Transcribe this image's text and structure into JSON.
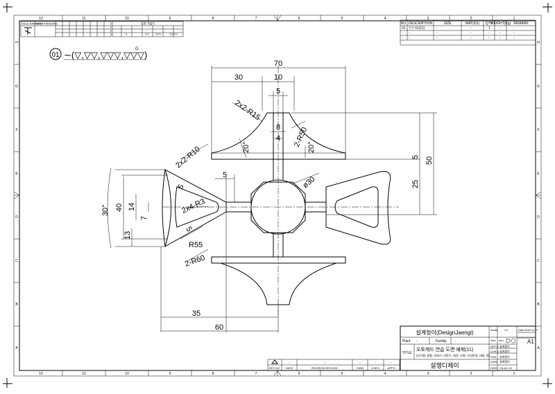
{
  "zones": {
    "numbers_top": [
      "12",
      "11",
      "10",
      "9",
      "8",
      "7",
      "6",
      "5",
      "4",
      "3",
      "2",
      "1"
    ],
    "numbers_bottom": [
      "12",
      "11",
      "10",
      "9",
      "8",
      "7",
      "6",
      "5",
      "4",
      "3",
      "2",
      "1"
    ],
    "letters_left": [
      "H",
      "G",
      "F",
      "E",
      "D",
      "C",
      "B",
      "A"
    ],
    "letters_right": [
      "H",
      "G",
      "F",
      "E",
      "D",
      "C",
      "B",
      "A"
    ]
  },
  "surface_finish": {
    "item_no": "01",
    "symbol": "∼(▽,▽▽,▽▽▽,▽▽▽)",
    "superscript": "G"
  },
  "dimensions": {
    "d70": "70",
    "d30": "30",
    "d10": "10",
    "d5_top": "5",
    "d2x2r15": "2x2-R15",
    "d8": "8",
    "d4": "4",
    "d2r50": "2-R50",
    "d20a": "20°",
    "d20b": "20°",
    "d5_right": "5",
    "d50": "50",
    "d25": "25",
    "d2x2r10": "2x2-R10",
    "d5_mid": "5",
    "d30deg": "30°",
    "d40": "40",
    "d14": "14",
    "d7": "7",
    "d13": "13",
    "d2x4r3": "2x4-R3",
    "d5_left": "5",
    "d5_low": "5",
    "dR55": "R55",
    "d2r60": "2-R60",
    "dphi30": "ø30",
    "d35": "35",
    "d60": "60"
  },
  "parts_list": {
    "headers": [
      "NO.",
      "DESCRIPTION",
      "SIZE",
      "MAT(KS)",
      "QTY",
      "WEIGHT(Kg)",
      "REMARK"
    ],
    "rows": [
      [
        "01",
        "▽▽ 01(11)",
        "-",
        "-",
        "1",
        "-",
        "-"
      ],
      [
        "-",
        "-",
        "-",
        "-",
        "-",
        "-",
        "-"
      ],
      [
        "-",
        "-",
        "-",
        "-",
        "-",
        "-",
        "-"
      ]
    ]
  },
  "revision": {
    "headers": [
      "REV NO.",
      "DATE",
      "REVISION RECORD",
      "DWN",
      "CHK'D",
      "APP'D"
    ],
    "row": [
      "",
      "-",
      "-",
      "-",
      "-",
      "-"
    ]
  },
  "title_block": {
    "company": "설계정이(DesignJaengi)",
    "scale_label": "Scale",
    "scale_value": "1/1",
    "date_label": "Date",
    "date_value": "2019.11.07",
    "plant_label": "Plant",
    "plant_value": "-",
    "facility_label": "Facility",
    "facility_value": "-",
    "size_label": "Size",
    "unit_label": "mm",
    "sheet_size": "A1",
    "title_label": "TITLE",
    "title_main": "오토캐드 연습 도면 예제(11)",
    "title_sub": "(다각형, 원형, 모따기, 라운드, 회전, 모형, 곡선반경, 대칭, 원)",
    "roles": [
      "APP'D",
      "CHK'D",
      "DSN",
      "DWN"
    ],
    "role_values": [
      "설계쟁이",
      "설계쟁이",
      "설계쟁이",
      "설계쟁이"
    ],
    "footer": "설쟁디제이",
    "dwg_label": "DWG",
    "dwg_value": "CA-AC-01"
  },
  "left_table": {
    "h1": "TOLE RAPPROX",
    "h2": "SURF FINISHING",
    "rows": [
      "-",
      "-",
      "-",
      "-"
    ]
  },
  "finish_table": {
    "header": "표면 거칠기",
    "rows": [
      "▽",
      "▽▽",
      "▽▽▽",
      "▽▽▽▽"
    ]
  }
}
